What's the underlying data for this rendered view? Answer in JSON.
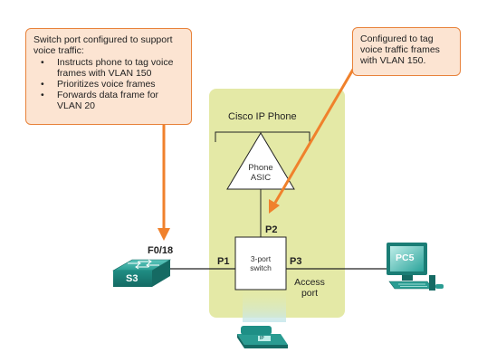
{
  "callouts": {
    "switch_port": {
      "heading_line1": "Switch port configured to support",
      "heading_line2": "voice traffic:",
      "items": [
        {
          "line1": "Instructs phone to tag voice",
          "line2": "frames with VLAN 150"
        },
        {
          "line1": "Prioritizes voice frames",
          "line2": ""
        },
        {
          "line1": "Forwards data frame for",
          "line2": "VLAN 20"
        }
      ]
    },
    "phone_config": {
      "line1": "Configured to tag",
      "line2": "voice traffic frames",
      "line3": "with VLAN 150."
    }
  },
  "phone": {
    "title": "Cisco IP Phone",
    "asic_line1": "Phone",
    "asic_line2": "ASIC",
    "switch_line1": "3-port",
    "switch_line2": "switch",
    "ports": {
      "p1": "P1",
      "p2": "P2",
      "p3": "P3"
    },
    "access_port_line1": "Access",
    "access_port_line2": "port",
    "handset_badge": "IP"
  },
  "switch_device": {
    "label": "S3",
    "port": "F0/18"
  },
  "pc_device": {
    "label": "PC5"
  },
  "colors": {
    "callout_fill": "#fce4d2",
    "callout_border": "#e8823a",
    "arrow": "#f0812c",
    "phone_area": "#e4e9a6",
    "device_teal": "#1e8f86"
  }
}
